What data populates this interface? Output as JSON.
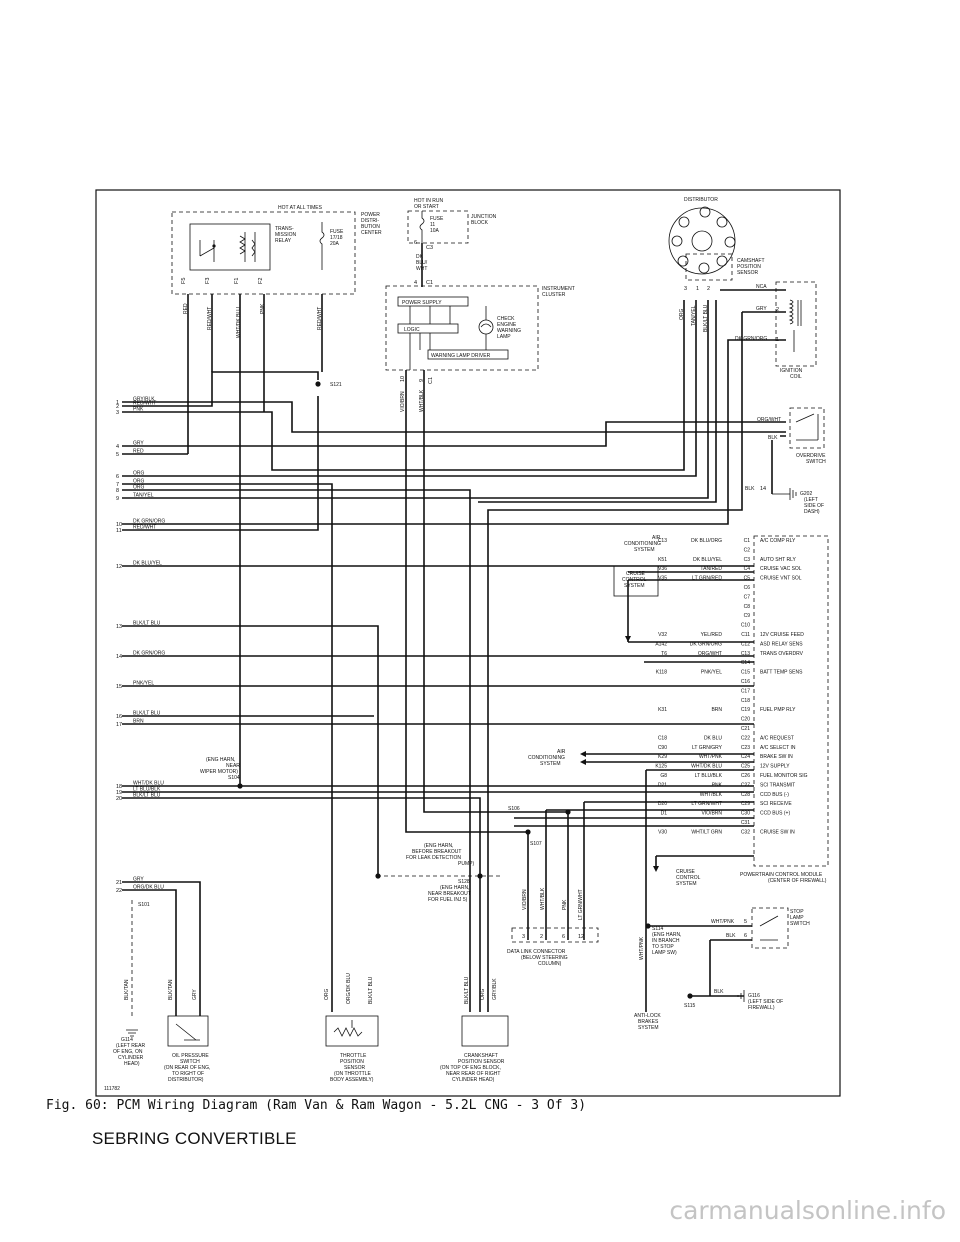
{
  "figure": {
    "id": "fig-60",
    "caption": "Fig. 60:  PCM Wiring Diagram (Ram Van & Ram Wagon - 5.2L CNG - 3 Of 3)",
    "art_code": "111782"
  },
  "footer": {
    "title": "SEBRING CONVERTIBLE"
  },
  "watermark": "carmanualsonline.info",
  "top_blocks": {
    "hot_at_all_times": "HOT AT ALL TIMES",
    "pdc": [
      "POWER",
      "DISTRI-",
      "BUTION",
      "CENTER"
    ],
    "relay": [
      "TRANS-",
      "MISSION",
      "RELAY"
    ],
    "fuse_pdc": [
      "FUSE",
      "17/18",
      "20A"
    ],
    "hot_in_run": [
      "HOT IN RUN",
      "OR START"
    ],
    "fuse_jb": [
      "FUSE",
      "11",
      "10A"
    ],
    "junction_block": [
      "JUNCTION",
      "BLOCK"
    ],
    "instrument_cluster": [
      "INSTRUMENT",
      "CLUSTER"
    ],
    "power_supply": "POWER SUPPLY",
    "logic": "LOGIC",
    "check_engine": [
      "CHECK",
      "ENGINE",
      "WARNING",
      "LAMP"
    ],
    "warning_driver": "WARNING LAMP DRIVER",
    "distributor": "DISTRIBUTOR",
    "cmp_sensor": [
      "CAMSHAFT",
      "POSITION",
      "SENSOR"
    ],
    "ignition_coil": [
      "IGNITION",
      "COIL"
    ],
    "od_switch": [
      "OVERDRIVE",
      "SWITCH"
    ],
    "g202": [
      "G202",
      "(LEFT",
      "SIDE OF",
      "DASH)"
    ]
  },
  "left_wires": [
    {
      "num": "1",
      "color": "GRY/BLK"
    },
    {
      "num": "2",
      "color": "RED/WHT"
    },
    {
      "num": "3",
      "color": "PNK"
    },
    {
      "num": "4",
      "color": "GRY"
    },
    {
      "num": "5",
      "color": "RED"
    },
    {
      "num": "6",
      "color": "ORG"
    },
    {
      "num": "7",
      "color": "ORG"
    },
    {
      "num": "8",
      "color": "ORG"
    },
    {
      "num": "9",
      "color": "TAN/YEL"
    },
    {
      "num": "10",
      "color": "DK GRN/ORG"
    },
    {
      "num": "11",
      "color": "RED/WHT"
    },
    {
      "num": "12",
      "color": "DK BLU/YEL"
    },
    {
      "num": "13",
      "color": "BLK/LT BLU"
    },
    {
      "num": "14",
      "color": "DK GRN/ORG"
    },
    {
      "num": "15",
      "color": "PNK/YEL"
    },
    {
      "num": "16",
      "color": "BLK/LT BLU"
    },
    {
      "num": "17",
      "color": "BRN"
    },
    {
      "num": "18",
      "color": "WHT/DK BLU"
    },
    {
      "num": "19",
      "color": "LT BLU/BLK"
    },
    {
      "num": "20",
      "color": "BLK/LT BLU"
    },
    {
      "num": "21",
      "color": "GRY"
    },
    {
      "num": "22",
      "color": "ORG/DK BLU"
    }
  ],
  "pcm": {
    "title": [
      "POWERTRAIN CONTROL MODULE",
      "(CENTER OF FIREWALL)"
    ],
    "pins": [
      {
        "pin": "C1",
        "circuit": "C13",
        "color": "DK BLU/ORG",
        "func": "A/C COMP RLY"
      },
      {
        "pin": "C2",
        "circuit": "",
        "color": "",
        "func": ""
      },
      {
        "pin": "C3",
        "circuit": "K51",
        "color": "DK BLU/YEL",
        "func": "AUTO SHT RLY"
      },
      {
        "pin": "C4",
        "circuit": "V36",
        "color": "TAN/RED",
        "func": "CRUISE VAC SOL"
      },
      {
        "pin": "C5",
        "circuit": "V35",
        "color": "LT GRN/RED",
        "func": "CRUISE VNT SOL"
      },
      {
        "pin": "C6",
        "circuit": "",
        "color": "",
        "func": ""
      },
      {
        "pin": "C7",
        "circuit": "",
        "color": "",
        "func": ""
      },
      {
        "pin": "C8",
        "circuit": "",
        "color": "",
        "func": ""
      },
      {
        "pin": "C9",
        "circuit": "",
        "color": "",
        "func": ""
      },
      {
        "pin": "C10",
        "circuit": "",
        "color": "",
        "func": ""
      },
      {
        "pin": "C11",
        "circuit": "V32",
        "color": "YEL/RED",
        "func": "12V CRUISE FEED"
      },
      {
        "pin": "C12",
        "circuit": "A142",
        "color": "DK GRN/ORG",
        "func": "ASD RELAY SENS"
      },
      {
        "pin": "C13",
        "circuit": "T6",
        "color": "ORG/WHT",
        "func": "TRANS OVERDRV"
      },
      {
        "pin": "C14",
        "circuit": "",
        "color": "",
        "func": ""
      },
      {
        "pin": "C15",
        "circuit": "K118",
        "color": "PNK/YEL",
        "func": "BATT TEMP SENS"
      },
      {
        "pin": "C16",
        "circuit": "",
        "color": "",
        "func": ""
      },
      {
        "pin": "C17",
        "circuit": "",
        "color": "",
        "func": ""
      },
      {
        "pin": "C18",
        "circuit": "",
        "color": "",
        "func": ""
      },
      {
        "pin": "C19",
        "circuit": "K31",
        "color": "BRN",
        "func": "FUEL PMP RLY"
      },
      {
        "pin": "C20",
        "circuit": "",
        "color": "",
        "func": ""
      },
      {
        "pin": "C21",
        "circuit": "",
        "color": "",
        "func": ""
      },
      {
        "pin": "C22",
        "circuit": "C18",
        "color": "DK BLU",
        "func": "A/C REQUEST"
      },
      {
        "pin": "C23",
        "circuit": "C90",
        "color": "LT GRN/GRY",
        "func": "A/C SELECT IN"
      },
      {
        "pin": "C24",
        "circuit": "K29",
        "color": "WHT/PNK",
        "func": "BRAKE SW IN"
      },
      {
        "pin": "C25",
        "circuit": "K125",
        "color": "WHT/DK BLU",
        "func": "12V SUPPLY"
      },
      {
        "pin": "C26",
        "circuit": "G8",
        "color": "LT BLU/BLK",
        "func": "FUEL MONITOR SIG"
      },
      {
        "pin": "C27",
        "circuit": "D21",
        "color": "PNK",
        "func": "SCI TRANSMIT"
      },
      {
        "pin": "C28",
        "circuit": "",
        "color": "WHT/BLK",
        "func": "CCD BUS (-)"
      },
      {
        "pin": "C29",
        "circuit": "D20",
        "color": "LT GRN/WHT",
        "func": "SCI RECEIVE"
      },
      {
        "pin": "C30",
        "circuit": "D1",
        "color": "VIO/BRN",
        "func": "CCD BUS (+)"
      },
      {
        "pin": "C31",
        "circuit": "",
        "color": "",
        "func": ""
      },
      {
        "pin": "C32",
        "circuit": "V30",
        "color": "WHT/LT GRN",
        "func": "CRUISE SW IN"
      }
    ]
  },
  "side_systems": {
    "air_cond_top": [
      "AIR",
      "CONDITIONING",
      "SYSTEM"
    ],
    "cruise_control": [
      "CRUISE",
      "CONTROL",
      "SYSTEM"
    ],
    "air_cond_mid": [
      "AIR",
      "CONDITIONING",
      "SYSTEM"
    ],
    "cruise_bottom": [
      "CRUISE",
      "CONTROL",
      "SYSTEM"
    ],
    "anti_lock": [
      "ANTI-LOCK",
      "BRAKES",
      "SYSTEM"
    ],
    "stop_lamp": [
      "STOP",
      "LAMP",
      "SWITCH"
    ],
    "data_link": [
      "DATA LINK CONNECTOR",
      "(BELOW STEERING",
      "COLUMN)"
    ]
  },
  "splices": {
    "s121": "S121",
    "s104": [
      "(ENG HARN,",
      "NEAR",
      "WIPER MOTOR)",
      "S104"
    ],
    "s106": "S106",
    "s107": "S107",
    "s106_note": [
      "(ENG HARN,",
      "BEFORE BREAKOUT",
      "FOR LEAK DETECTION",
      "PUMP)"
    ],
    "s128": [
      "S128",
      "(ENG HARN,",
      "NEAR BREAKOUT",
      "FOR FUEL INJ 5)"
    ],
    "s101": "S101",
    "s114": [
      "S114",
      "(ENG HARN,",
      "IN BRANCH",
      "TO STOP",
      "LAMP SW)"
    ],
    "s115": "S115",
    "g116": [
      "G116",
      "(LEFT SIDE OF",
      "FIREWALL)"
    ]
  },
  "bottom_components": {
    "g114": [
      "G114",
      "(LEFT REAR",
      "OF ENG, ON",
      "CYLINDER",
      "HEAD)"
    ],
    "oil_pressure": [
      "OIL PRESSURE",
      "SWITCH",
      "(ON REAR OF ENG,",
      "TO RIGHT OF",
      "DISTRIBUTOR)"
    ],
    "tps": [
      "THROTTLE",
      "POSITION",
      "SENSOR",
      "(ON THROTTLE",
      "BODY ASSEMBLY)"
    ],
    "ckp": [
      "CRANKSHAFT",
      "POSITION SENSOR",
      "(ON TOP OF ENG BLOCK,",
      "NEAR REAR OF RIGHT",
      "CYLINDER HEAD)"
    ]
  },
  "wire_tags": {
    "relay_pins": [
      "F5",
      "F3",
      "F1",
      "F2"
    ],
    "relay_wires": [
      "RED",
      "RED/WHT",
      "WHT/DK BLU",
      "PNK"
    ],
    "pdc_wire": "RED/WHT",
    "jb_pin": "6",
    "jb_conn": "C3",
    "jb_wire": [
      "DK",
      "BLU/",
      "WHT"
    ],
    "ic_pin": "4",
    "ic_conn": "C1",
    "ic_out_pins": [
      "10",
      "9"
    ],
    "ic_out_wires": [
      "VIO/BRN",
      "WHT/BLK"
    ],
    "ic_conn2": "C1",
    "dist_wires": [
      "ORG",
      "TAN/YEL",
      "BLK/LT BLU"
    ],
    "dist_pins": [
      "3",
      "1",
      "2"
    ],
    "coil_wires": [
      "NCA",
      "GRY",
      "DK GRN/ORG"
    ],
    "coil_pins": [
      "2",
      "1"
    ],
    "od_wires": [
      "ORG/WHT",
      "BLK"
    ],
    "g202_wire": "BLK",
    "g202_pin": "14",
    "dlc_wires": [
      "VIO/BRN",
      "WHT/BLK",
      "PNK",
      "LT GRN/WHT"
    ],
    "dlc_pins": [
      "3",
      "2",
      "6",
      "12"
    ],
    "g114_wire": "BLK/TAN",
    "oil_wires": [
      "BLK/TAN",
      "GRY"
    ],
    "tps_wires": [
      "ORG",
      "ORG/DK BLU",
      "BLK/LT BLU"
    ],
    "ckp_wires": [
      "BLK/LT BLU",
      "ORG",
      "GRY/BLK"
    ],
    "s114_wire": "WHT/PNK",
    "stop_wires": [
      "WHT/PNK",
      "BLK"
    ],
    "stop_pins": [
      "5",
      "6"
    ],
    "g116_wire": "BLK"
  }
}
